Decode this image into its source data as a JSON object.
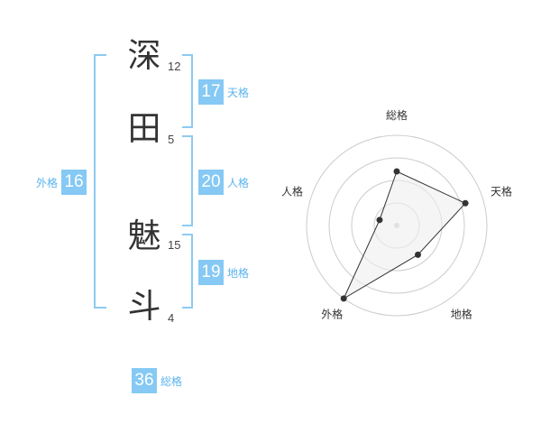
{
  "name": {
    "chars": [
      {
        "char": "深",
        "strokes": "12"
      },
      {
        "char": "田",
        "strokes": "5"
      },
      {
        "char": "魅",
        "strokes": "15"
      },
      {
        "char": "斗",
        "strokes": "4"
      }
    ]
  },
  "fortunes": {
    "tenkaku": {
      "value": "17",
      "label": "天格"
    },
    "jinkaku": {
      "value": "20",
      "label": "人格"
    },
    "chikaku": {
      "value": "19",
      "label": "地格"
    },
    "gaikaku": {
      "value": "16",
      "label": "外格"
    },
    "soukaku": {
      "value": "36",
      "label": "総格"
    }
  },
  "chart_data": {
    "type": "radar",
    "axes": [
      "総格",
      "天格",
      "地格",
      "外格",
      "人格"
    ],
    "values": [
      3,
      4,
      2,
      5,
      1
    ],
    "max": 5,
    "rings": 4,
    "colors": {
      "ring": "#cccccc",
      "fill": "#eeeeee",
      "line": "#333333",
      "point": "#333333",
      "center": "#cccccc"
    }
  }
}
